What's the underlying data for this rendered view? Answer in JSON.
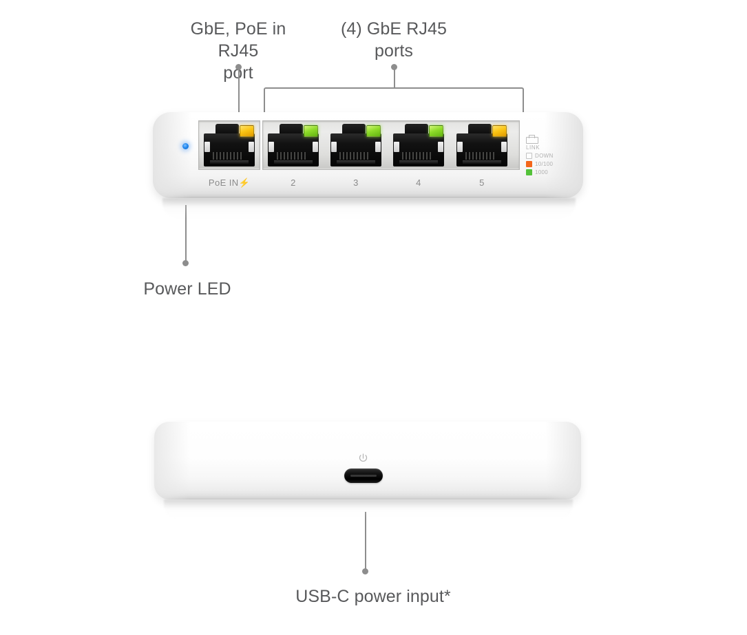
{
  "callouts": {
    "poe_port": "GbE, PoE in RJ45\nport",
    "gbe_ports": "(4) GbE RJ45\nports",
    "power_led": "Power LED",
    "usbc": "USB-C power input*"
  },
  "switch": {
    "ports": [
      {
        "label": "PoE IN",
        "bolt": "⚡",
        "led": "amber"
      },
      {
        "label": "2",
        "bolt": "",
        "led": "green"
      },
      {
        "label": "3",
        "bolt": "",
        "led": "green"
      },
      {
        "label": "4",
        "bolt": "",
        "led": "green"
      },
      {
        "label": "5",
        "bolt": "",
        "led": "amber"
      }
    ],
    "power_led_color": "#1f86ef",
    "legend": {
      "link_caption": "LINK",
      "rows": [
        {
          "text": "DOWN",
          "color": "#ffffff"
        },
        {
          "text": "10/100",
          "color": "#f3661a"
        },
        {
          "text": "1000",
          "color": "#54c23a"
        }
      ]
    }
  },
  "usbc_device": {
    "power_symbol": "⏻"
  }
}
